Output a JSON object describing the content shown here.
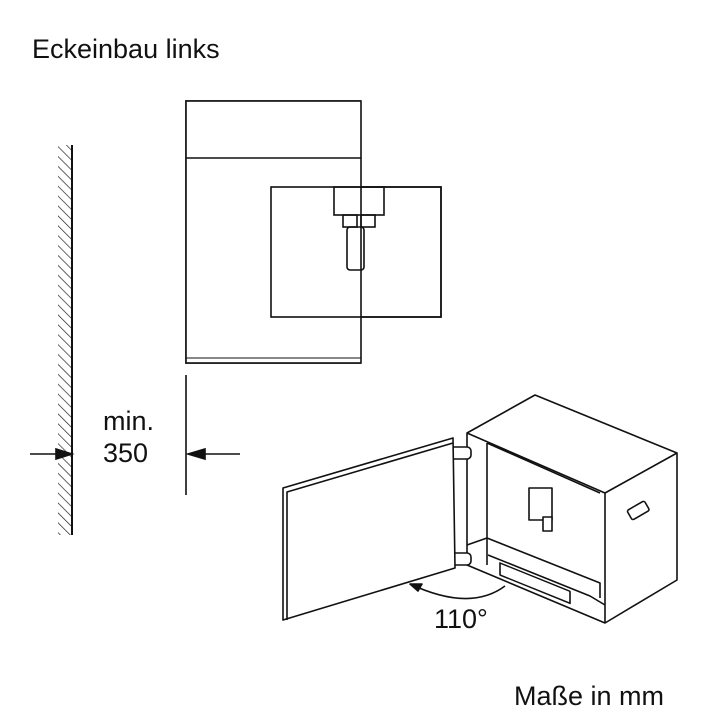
{
  "title": "Eckeinbau links",
  "dimension": {
    "label_line1": "min.",
    "label_line2": "350"
  },
  "angle": "110°",
  "units_note": "Maße in mm"
}
